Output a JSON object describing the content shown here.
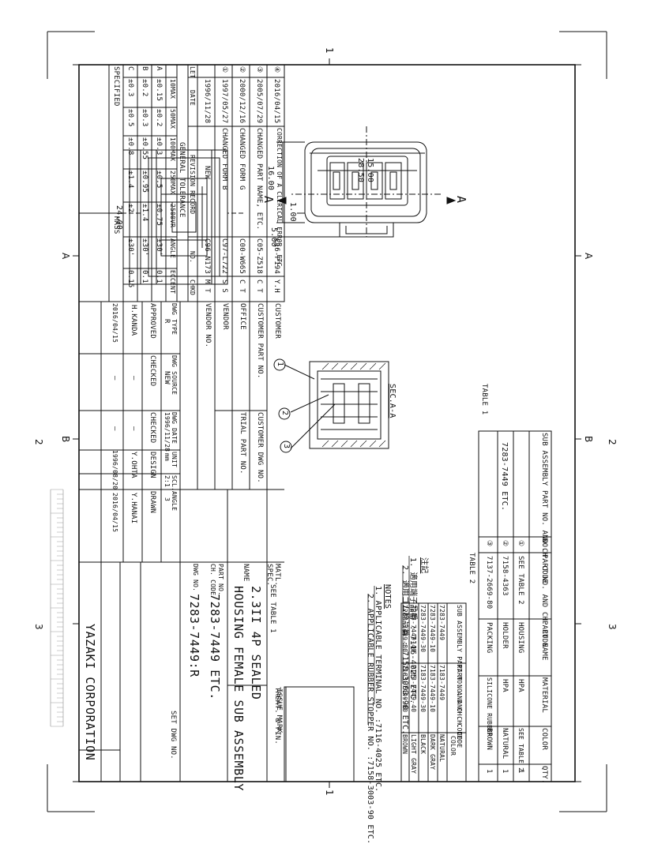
{
  "zones": {
    "top": [
      "A",
      "B"
    ],
    "bottom": [
      "A",
      "B"
    ],
    "left": [
      "1",
      "2",
      "3"
    ],
    "right": [
      "1",
      "2",
      "3"
    ]
  },
  "dimensions": {
    "d1": "24.00",
    "d2": "15.00",
    "d3": "28.50",
    "d4": "1.00",
    "d5": "5.00",
    "d6": "16.00"
  },
  "section": {
    "marker": "A",
    "label": "SEC.A-A"
  },
  "balloons": [
    "1",
    "2",
    "3"
  ],
  "notes": {
    "jp_title": "注記",
    "jp1": "1. 適用端子品番 : 7116-4025 ETC.",
    "jp2": "2. 適用ゴム栓品番 : 7158-3003-90 ETC.",
    "title": "NOTES",
    "n1": "1. APPLICABLE TERMINAL NO. :7116-4025 ETC.",
    "n2": "2. APPLICABLE RUBBER STOPPER NO. :7158-3003-90 ETC."
  },
  "table1": {
    "label": "TABLE 1",
    "col_sub": "SUB ASSEMBLY PART NO. AND CH. CODE",
    "col_no": "NO.",
    "col_part": "PART NO. AND CH. CODE",
    "col_name": "PART NAME",
    "col_mat": "MATERIAL",
    "col_color": "COLOR",
    "col_qty": "QTY.",
    "sub_value": "7283-7449 ETC.",
    "rows": [
      {
        "no": "①",
        "part": "SEE TABLE 2",
        "name": "HOUSING",
        "mat": "HPA",
        "color": "SEE TABLE 2",
        "qty": "1"
      },
      {
        "no": "②",
        "part": "7158-4363",
        "name": "HOLDER",
        "mat": "HPA",
        "color": "NATURAL",
        "qty": "1"
      },
      {
        "no": "③",
        "part": "7137-2669-80",
        "name": "PACKING",
        "mat": "SILICONE RUBBER",
        "color": "BROWN",
        "qty": "1"
      }
    ]
  },
  "table2": {
    "label": "TABLE 2",
    "h1": "SUB ASSEMBLY PART NO. AND CH. CODE",
    "h2": "PART NO. AND CH. CODE",
    "h3": "COLOR",
    "rows": [
      {
        "sub": "7283-7449",
        "part": "7183-7449",
        "color": "NATURAL"
      },
      {
        "sub": "7283-7449-10",
        "part": "7183-7449-10",
        "color": "DARK GRAY"
      },
      {
        "sub": "7283-7449-30",
        "part": "7183-7449-30",
        "color": "BLACK"
      },
      {
        "sub": "7283-7449-40",
        "part": "7183-7449-40",
        "color": "LIGHT GRAY"
      },
      {
        "sub": "7283-7449-80",
        "part": "7183-7449-80",
        "color": "BROWN"
      }
    ]
  },
  "revisions": {
    "rows": [
      {
        "let": "④",
        "date": "2016/04/15",
        "desc": "CORRECTION OF A CLERICAL ERROR, ETC.",
        "no": "C16-P194",
        "chkd": "Y.H"
      },
      {
        "let": "③",
        "date": "2005/07/29",
        "desc": "CHANGED PART NAME, ETC.",
        "no": "C05-Z518",
        "chkd": "C T"
      },
      {
        "let": "②",
        "date": "2000/12/16",
        "desc": "CHANGED FORM G",
        "no": "C00-W665",
        "chkd": "C T"
      },
      {
        "let": "①",
        "date": "1997/05/27",
        "desc": "CHANGED FORM B",
        "no": "C97-L722",
        "chkd": "S S"
      },
      {
        "let": "",
        "date": "1996/11/28",
        "desc": "NEW",
        "no": "C96-N173",
        "chkd": "M T"
      }
    ],
    "h_let": "LET",
    "h_date": "DATE",
    "h_record": "REVISION RECORD",
    "h_no": "NO.",
    "h_chkd": "CHKD"
  },
  "tolerance": {
    "title": "GENERAL TOLERANCE",
    "headers": [
      "",
      "10MAX",
      "50MAX",
      "100MAX",
      "250MAX",
      "2500VR",
      "ANGLE",
      "ECCENT"
    ],
    "rows": [
      [
        "A",
        "±0.15",
        "±0.2",
        "±0.3",
        "±0.5",
        "±0.75",
        "±30'",
        "0.1"
      ],
      [
        "B",
        "±0.2",
        "±0.3",
        "±0.55",
        "±0.95",
        "±1.4",
        "±30'",
        "0.1"
      ],
      [
        "C",
        "±0.3",
        "±0.5",
        "±0.8",
        "±1.4",
        "±2",
        "±30'",
        "0.15"
      ]
    ],
    "specified": "SPECIFIED",
    "mass": "MASS"
  },
  "title_block": {
    "customer": "CUSTOMER",
    "customer_part": "CUSTOMER PART NO.",
    "customer_dwg": "CUSTOMER DWG NO.",
    "office": "OFFICE",
    "trial": "TRIAL PART NO.",
    "vendor": "VENDOR",
    "vendor_no": "VENDOR NO.",
    "dwg_type_h": "DWG TYPE",
    "dwg_type": "R",
    "dwg_source_h": "DWG SOURCE",
    "dwg_source": "NEW",
    "dwg_date_h": "DWG DATE",
    "dwg_date": "1996/11/28",
    "unit_h": "UNIT",
    "unit": "mm",
    "scl_h": "SCL.",
    "scl": "2:1",
    "angle_h": "ANGLE",
    "angle": "3",
    "approved": "APPROVED",
    "checked": "CHECKED",
    "checked2": "CHECKED",
    "design": "DESIGN",
    "drawn": "DRAWN",
    "dash": "—",
    "approver": "H.KANDA",
    "approve_date": "2016/04/15",
    "design_name": "Y.OHTA",
    "design_date": "1996/08/20",
    "drawn_name": "Y.HANAI",
    "drawn_date": "2016/04/15",
    "matl": "MATL.",
    "spec": "SPEC.",
    "treat": "TREAT. & FIN.",
    "see_table": "SEE TABLE 1",
    "name_h": "NAME",
    "name1": "2.3II 4P SEALED",
    "name2": "HOUSING FEMALE SUB ASSEMBLY",
    "partno_h": "PART NO.",
    "chcode_h": "CH. CODE",
    "dwgno_h": "DWG NO.",
    "partno": "7283-7449 ETC.",
    "dwgno": "7283-7449:R",
    "set_dwg": "SET DWG NO.",
    "issue_mark": "ISSUE MARK",
    "company": "YAZAKI CORPORATION"
  }
}
